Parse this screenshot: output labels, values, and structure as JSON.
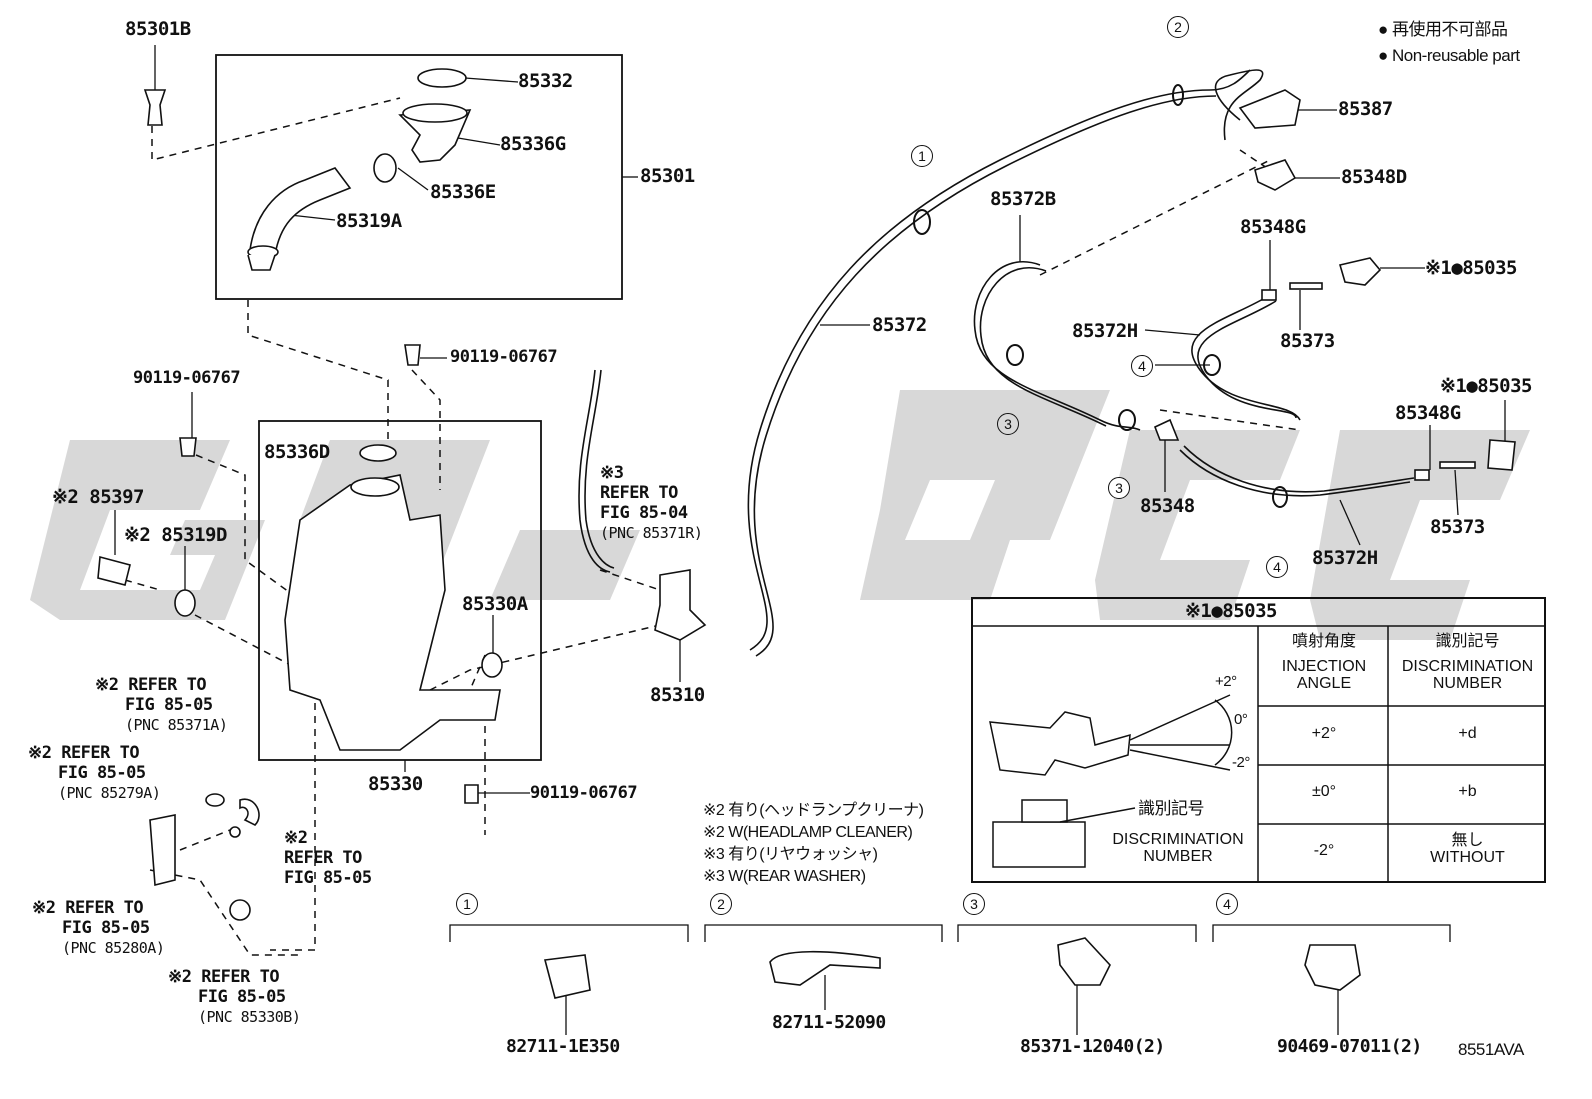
{
  "legend": {
    "bullet_jp": "再使用不可部品",
    "bullet_en": "Non-reusable part"
  },
  "parts": {
    "p85301B": "85301B",
    "p85332": "85332",
    "p85336G": "85336G",
    "p85336E": "85336E",
    "p85319A": "85319A",
    "p85301": "85301",
    "p90119a": "90119-06767",
    "p90119b": "90119-06767",
    "p90119c": "90119-06767",
    "p85336D": "85336D",
    "p85397": "※2 85397",
    "p85319D": "※2 85319D",
    "p85330A": "85330A",
    "p85330": "85330",
    "p85310": "85310",
    "p85372": "85372",
    "p85372B": "85372B",
    "p85387": "85387",
    "p85348D": "85348D",
    "p85348G_a": "85348G",
    "p85348G_b": "85348G",
    "p85035_a": "※1●85035",
    "p85035_b": "※1●85035",
    "p85373_a": "85373",
    "p85373_b": "85373",
    "p85372H_a": "85372H",
    "p85372H_b": "85372H",
    "p85348": "85348"
  },
  "refs": {
    "r1_l1": "※3",
    "r1_l2": "REFER TO",
    "r1_l3": "FIG 85-04",
    "r1_l4": "(PNC 85371R)",
    "r2_l1": "※2 REFER TO",
    "r2_l2": "FIG 85-05",
    "r2_l3": "(PNC 85371A)",
    "r3_l1": "※2 REFER TO",
    "r3_l2": "FIG 85-05",
    "r3_l3": "(PNC 85279A)",
    "r4_l1": "※2",
    "r4_l2": "REFER TO",
    "r4_l3": "FIG 85-05",
    "r5_l1": "※2 REFER TO",
    "r5_l2": "FIG 85-05",
    "r5_l3": "(PNC 85280A)",
    "r6_l1": "※2 REFER TO",
    "r6_l2": "FIG 85-05",
    "r6_l3": "(PNC 85330B)"
  },
  "notes": {
    "n1": "※2 有り(ヘッドランプクリーナ)",
    "n2": "※2 W(HEADLAMP CLEANER)",
    "n3": "※3 有り(リヤウォッシャ)",
    "n4": "※3 W(REAR WASHER)"
  },
  "callouts": {
    "c1": "1",
    "c2": "2",
    "c3": "3",
    "c4": "4"
  },
  "table": {
    "title": "※1●85035",
    "col1_jp": "噴射角度",
    "col1_en": "INJECTION ANGLE",
    "col2_jp": "識別記号",
    "col2_en": "DISCRIMINATION NUMBER",
    "angle_plus": "+2°",
    "angle_zero": "0°",
    "angle_minus": "-2°",
    "disc_jp": "識別記号",
    "disc_en": "DISCRIMINATION NUMBER",
    "rows": [
      {
        "angle": "+2°",
        "code": "+d"
      },
      {
        "angle": "±0°",
        "code": "+b"
      },
      {
        "angle": "-2°",
        "code_jp": "無し",
        "code": "WITHOUT"
      }
    ]
  },
  "clips": {
    "k1": "82711-1E350",
    "k2": "82711-52090",
    "k3": "85371-12040(2)",
    "k4": "90469-07011(2)"
  },
  "footer_code": "8551AVA"
}
